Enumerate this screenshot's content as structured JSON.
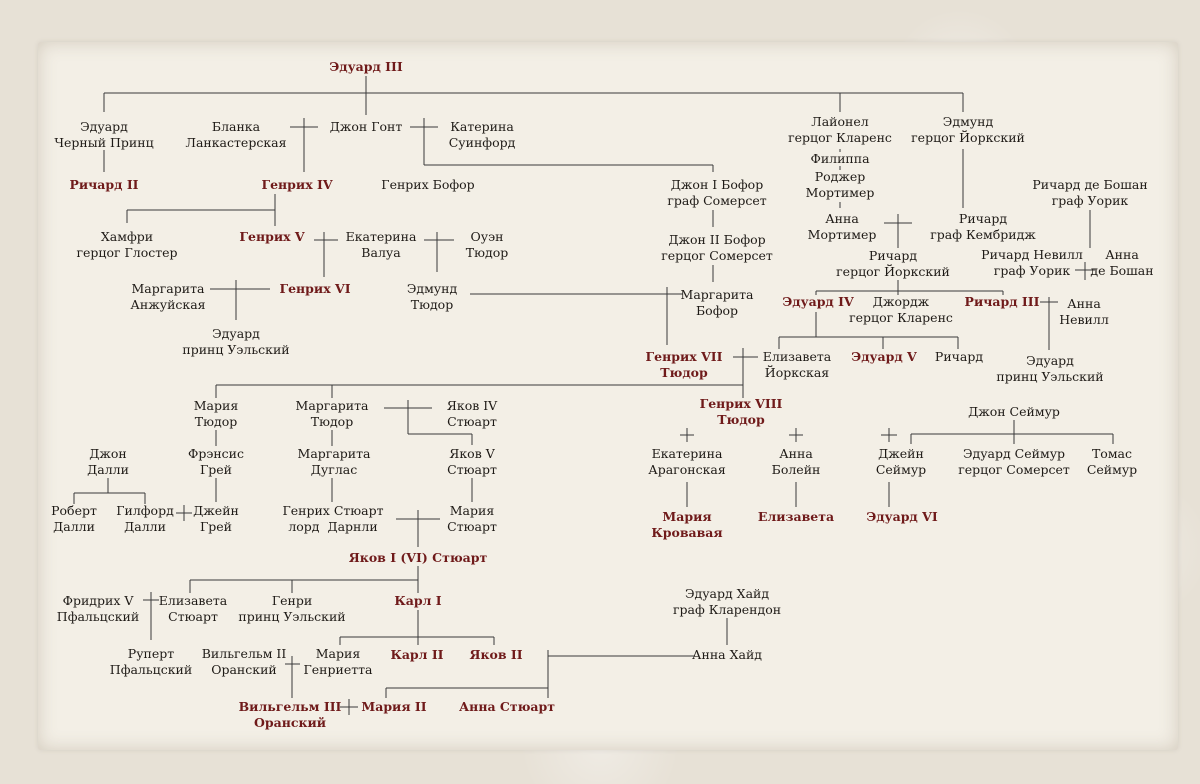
{
  "colors": {
    "line": "#3a3a3a",
    "royal": "#6f1a1a",
    "text": "#1e1a16",
    "paper": "#f3efe6",
    "background": "#e7e1d6"
  },
  "people": {
    "edward3": {
      "name": "Эдуард III",
      "royal": true
    },
    "black_prince": {
      "name": "Эдуард\nЧерный Принц",
      "royal": false
    },
    "richard2": {
      "name": "Ричард II",
      "royal": true
    },
    "blanche": {
      "name": "Бланка\nЛанкастерская",
      "royal": false
    },
    "john_gaunt": {
      "name": "Джон Гонт",
      "royal": false
    },
    "katherine": {
      "name": "Катерина\nСуинфорд",
      "royal": false
    },
    "henry4": {
      "name": "Генрих IV",
      "royal": true
    },
    "henry_beaufort": {
      "name": "Генрих Бофор",
      "royal": false
    },
    "john1_beaufort": {
      "name": "Джон I Бофор\nграф Сомерсет",
      "royal": false
    },
    "john2_beaufort": {
      "name": "Джон II Бофор\nгерцог Сомерсет",
      "royal": false
    },
    "margaret_beaufort": {
      "name": "Маргарита\nБофор",
      "royal": false
    },
    "lionel": {
      "name": "Лайонел\nгерцог Кларенс",
      "royal": false
    },
    "philippa": {
      "name": "Филиппа",
      "royal": false
    },
    "roger_mortimer": {
      "name": "Роджер\nМортимер",
      "royal": false
    },
    "anne_mortimer": {
      "name": "Анна\nМортимер",
      "royal": false
    },
    "edmund_york": {
      "name": "Эдмунд\nгерцог Йоркский",
      "royal": false
    },
    "richard_cambridge": {
      "name": "Ричард\nграф Кембридж",
      "royal": false
    },
    "richard_york": {
      "name": "Ричард\nгерцог Йоркский",
      "royal": false
    },
    "richard_beauchamp": {
      "name": "Ричард де Бошан\nграф Уорик",
      "royal": false
    },
    "richard_neville": {
      "name": "Ричард Невилл\nграф Уорик",
      "royal": false
    },
    "anne_beauchamp": {
      "name": "Анна\nде Бошан",
      "royal": false
    },
    "anne_neville": {
      "name": "Анна\nНевилл",
      "royal": false
    },
    "edward_prince_wales2": {
      "name": "Эдуард\nпринц Уэльский",
      "royal": false
    },
    "humphrey": {
      "name": "Хамфри\nгерцог Глостер",
      "royal": false
    },
    "henry5": {
      "name": "Генрих V",
      "royal": true
    },
    "catherine_valois": {
      "name": "Екатерина\nВалуа",
      "royal": false
    },
    "owen_tudor": {
      "name": "Оуэн\nТюдор",
      "royal": false
    },
    "margaret_anjou": {
      "name": "Маргарита\nАнжуйская",
      "royal": false
    },
    "henry6": {
      "name": "Генрих VI",
      "royal": true
    },
    "edmund_tudor": {
      "name": "Эдмунд\nТюдор",
      "royal": false
    },
    "edward_prince_wales1": {
      "name": "Эдуард\nпринц Уэльский",
      "royal": false
    },
    "edward4": {
      "name": "Эдуард IV",
      "royal": true
    },
    "george_clarence": {
      "name": "Джордж\nгерцог Кларенс",
      "royal": false
    },
    "richard3": {
      "name": "Ричард III",
      "royal": true
    },
    "henry7": {
      "name": "Генрих VII\nТюдор",
      "royal": true
    },
    "elizabeth_york": {
      "name": "Елизавета\nЙоркская",
      "royal": false
    },
    "edward5": {
      "name": "Эдуард V",
      "royal": true
    },
    "richard_shrewsbury": {
      "name": "Ричард",
      "royal": false
    },
    "mary_tudor": {
      "name": "Мария\nТюдор",
      "royal": false
    },
    "margaret_tudor": {
      "name": "Маргарита\nТюдор",
      "royal": false
    },
    "james4": {
      "name": "Яков IV\nСтюарт",
      "royal": false
    },
    "henry8": {
      "name": "Генрих VIII\nТюдор",
      "royal": true
    },
    "john_seymour": {
      "name": "Джон Сеймур",
      "royal": false
    },
    "john_dudley": {
      "name": "Джон\nДалли",
      "royal": false
    },
    "frances_grey": {
      "name": "Фрэнсис\nГрей",
      "royal": false
    },
    "margaret_douglas": {
      "name": "Маргарита\nДуглас",
      "royal": false
    },
    "james5": {
      "name": "Яков V\nСтюарт",
      "royal": false
    },
    "catherine_aragon": {
      "name": "Екатерина\nАрагонская",
      "royal": false
    },
    "anne_boleyn": {
      "name": "Анна\nБолейн",
      "royal": false
    },
    "jane_seymour": {
      "name": "Джейн\nСеймур",
      "royal": false
    },
    "edward_seymour": {
      "name": "Эдуард Сеймур\nгерцог Сомерсет",
      "royal": false
    },
    "thomas_seymour": {
      "name": "Томас\nСеймур",
      "royal": false
    },
    "robert_dudley": {
      "name": "Роберт\nДалли",
      "royal": false
    },
    "guildford_dudley": {
      "name": "Гилфорд\nДалли",
      "royal": false
    },
    "jane_grey": {
      "name": "Джейн\nГрей",
      "royal": false
    },
    "henry_darnley": {
      "name": "Генрих Стюарт\nлорд  Дарнли",
      "royal": false
    },
    "mary_stuart": {
      "name": "Мария\nСтюарт",
      "royal": false
    },
    "mary1": {
      "name": "Мария\nКровавая",
      "royal": true
    },
    "elizabeth1": {
      "name": "Елизавета",
      "royal": true
    },
    "edward6": {
      "name": "Эдуард VI",
      "royal": true
    },
    "james1": {
      "name": "Яков I (VI) Стюарт",
      "royal": true
    },
    "frederick5": {
      "name": "Фридрих V\nПфальцский",
      "royal": false
    },
    "elizabeth_stuart": {
      "name": "Елизавета\nСтюарт",
      "royal": false
    },
    "henry_frederick": {
      "name": "Генри\nпринц Уэльский",
      "royal": false
    },
    "charles1": {
      "name": "Карл I",
      "royal": true
    },
    "edward_hyde": {
      "name": "Эдуард Хайд\nграф Кларендон",
      "royal": false
    },
    "rupert": {
      "name": "Руперт\nПфальцский",
      "royal": false
    },
    "william2_orange": {
      "name": "Вильгельм II\nОранский",
      "royal": false
    },
    "mary_henrietta": {
      "name": "Мария\nГенриетта",
      "royal": false
    },
    "charles2": {
      "name": "Карл II",
      "royal": true
    },
    "james2": {
      "name": "Яков II",
      "royal": true
    },
    "anne_hyde": {
      "name": "Анна Хайд",
      "royal": false
    },
    "william3": {
      "name": "Вильгельм III\nОранский",
      "royal": true
    },
    "mary2": {
      "name": "Мария II",
      "royal": true
    },
    "anne_stuart": {
      "name": "Анна Стюарт",
      "royal": true
    }
  }
}
